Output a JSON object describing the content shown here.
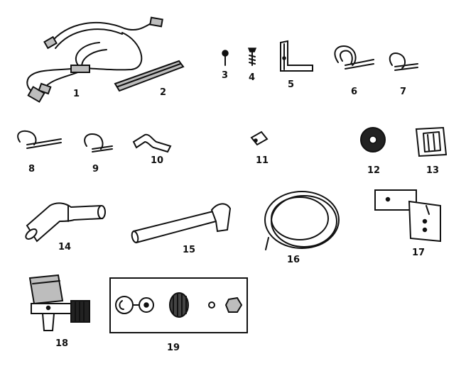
{
  "parts": [
    {
      "id": "part-1",
      "label": "1"
    },
    {
      "id": "part-2",
      "label": "2"
    },
    {
      "id": "part-3",
      "label": "3"
    },
    {
      "id": "part-4",
      "label": "4"
    },
    {
      "id": "part-5",
      "label": "5"
    },
    {
      "id": "part-6",
      "label": "6"
    },
    {
      "id": "part-7",
      "label": "7"
    },
    {
      "id": "part-8",
      "label": "8"
    },
    {
      "id": "part-9",
      "label": "9"
    },
    {
      "id": "part-10",
      "label": "10"
    },
    {
      "id": "part-11",
      "label": "11"
    },
    {
      "id": "part-12",
      "label": "12"
    },
    {
      "id": "part-13",
      "label": "13"
    },
    {
      "id": "part-14",
      "label": "14"
    },
    {
      "id": "part-15",
      "label": "15"
    },
    {
      "id": "part-16",
      "label": "16"
    },
    {
      "id": "part-17",
      "label": "17"
    },
    {
      "id": "part-18",
      "label": "18"
    },
    {
      "id": "part-19",
      "label": "19"
    }
  ]
}
